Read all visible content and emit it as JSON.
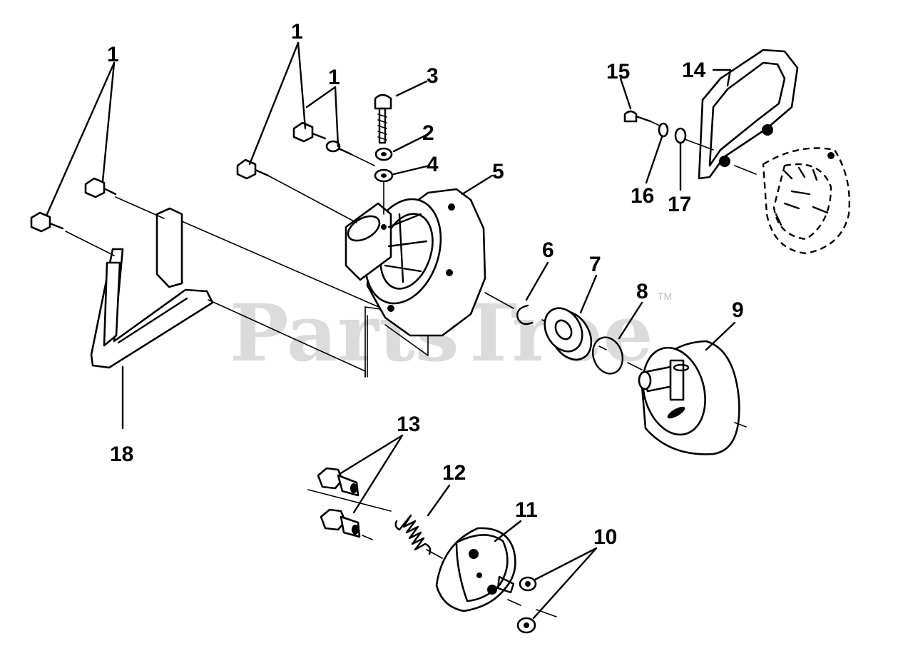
{
  "watermark": {
    "text": "PartsTree",
    "tm": "TM"
  },
  "callouts": {
    "c1a": "1",
    "c1b": "1",
    "c1c": "1",
    "c2": "2",
    "c3": "3",
    "c4": "4",
    "c5": "5",
    "c6": "6",
    "c7": "7",
    "c8": "8",
    "c9": "9",
    "c10": "10",
    "c11": "11",
    "c12": "12",
    "c13": "13",
    "c14": "14",
    "c15": "15",
    "c16": "16",
    "c17": "17",
    "c18": "18"
  }
}
